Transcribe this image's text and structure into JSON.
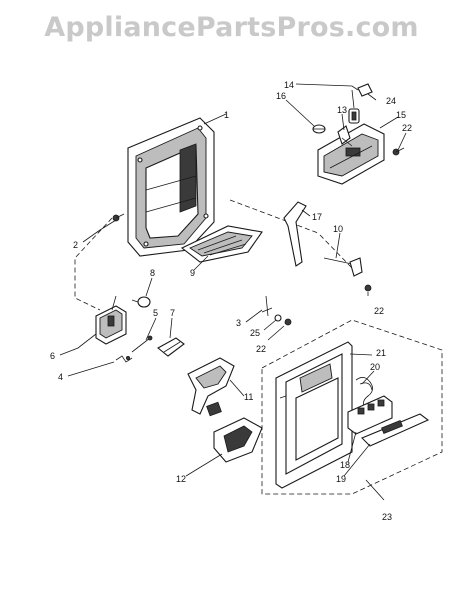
{
  "watermark": "AppliancePartsPros.com",
  "callouts": {
    "c1": "1",
    "c2": "2",
    "c3": "3",
    "c4": "4",
    "c5": "5",
    "c6": "6",
    "c7": "7",
    "c8": "8",
    "c9": "9",
    "c10": "10",
    "c11": "11",
    "c12": "12",
    "c13": "13",
    "c14": "14",
    "c15": "15",
    "c16": "16",
    "c17": "17",
    "c18": "18",
    "c19": "19",
    "c20": "20",
    "c21": "21",
    "c22a": "22",
    "c22b": "22",
    "c22c": "22",
    "c23": "23",
    "c24": "24",
    "c25": "25"
  }
}
